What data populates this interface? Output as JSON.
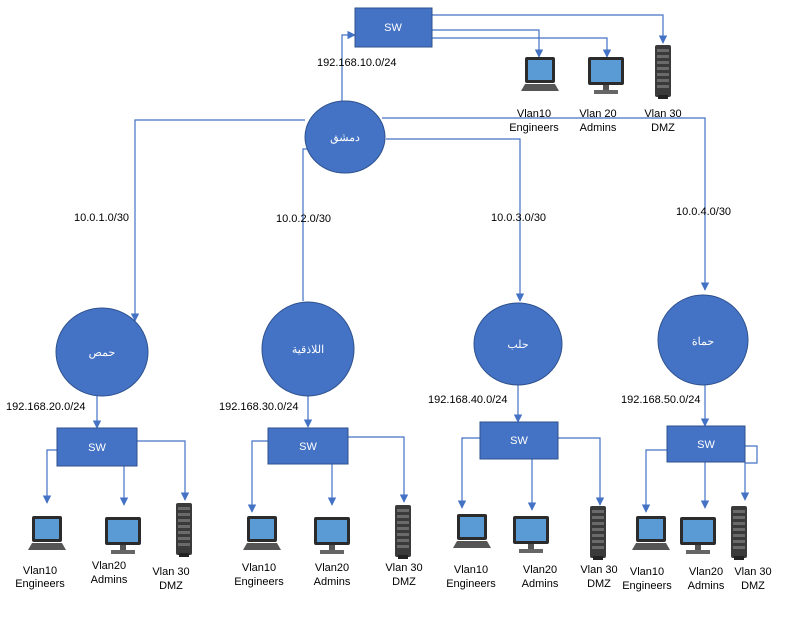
{
  "colors": {
    "node_fill": "#4472c4",
    "node_stroke": "#2f528f",
    "line": "#4472c4",
    "screen": "#5b9bd5",
    "device_dark": "#3a3a3a"
  },
  "core": {
    "router": "دمشق",
    "network": "192.168.10.0/24",
    "switch": "SW",
    "devices": [
      {
        "icon": "laptop-icon",
        "line1": "Vlan10",
        "line2": "Engineers"
      },
      {
        "icon": "monitor-icon",
        "line1": "Vlan 20",
        "line2": "Admins"
      },
      {
        "icon": "server-icon",
        "line1": "Vlan 30",
        "line2": "DMZ"
      }
    ]
  },
  "branches": [
    {
      "router": "حمص",
      "link": "10.0.1.0/30",
      "network": "192.168.20.0/24",
      "switch": "SW",
      "devices": [
        {
          "icon": "laptop-icon",
          "line1": "Vlan10",
          "line2": "Engineers"
        },
        {
          "icon": "monitor-icon",
          "line1": "Vlan20",
          "line2": "Admins"
        },
        {
          "icon": "server-icon",
          "line1": "Vlan 30",
          "line2": "DMZ"
        }
      ]
    },
    {
      "router": "اللاذقية",
      "link": "10.0.2.0/30",
      "network": "192.168.30.0/24",
      "switch": "SW",
      "devices": [
        {
          "icon": "laptop-icon",
          "line1": "Vlan10",
          "line2": "Engineers"
        },
        {
          "icon": "monitor-icon",
          "line1": "Vlan20",
          "line2": "Admins"
        },
        {
          "icon": "server-icon",
          "line1": "Vlan 30",
          "line2": "DMZ"
        }
      ]
    },
    {
      "router": "حلب",
      "link": "10.0.3.0/30",
      "network": "192.168.40.0/24",
      "switch": "SW",
      "devices": [
        {
          "icon": "laptop-icon",
          "line1": "Vlan10",
          "line2": "Engineers"
        },
        {
          "icon": "monitor-icon",
          "line1": "Vlan20",
          "line2": "Admins"
        },
        {
          "icon": "server-icon",
          "line1": "Vlan 30",
          "line2": "DMZ"
        }
      ]
    },
    {
      "router": "حماة",
      "link": "10.0.4.0/30",
      "network": "192.168.50.0/24",
      "switch": "SW",
      "devices": [
        {
          "icon": "laptop-icon",
          "line1": "Vlan10",
          "line2": "Engineers"
        },
        {
          "icon": "monitor-icon",
          "line1": "Vlan20",
          "line2": "Admins"
        },
        {
          "icon": "server-icon",
          "line1": "Vlan 30",
          "line2": "DMZ"
        }
      ]
    }
  ]
}
